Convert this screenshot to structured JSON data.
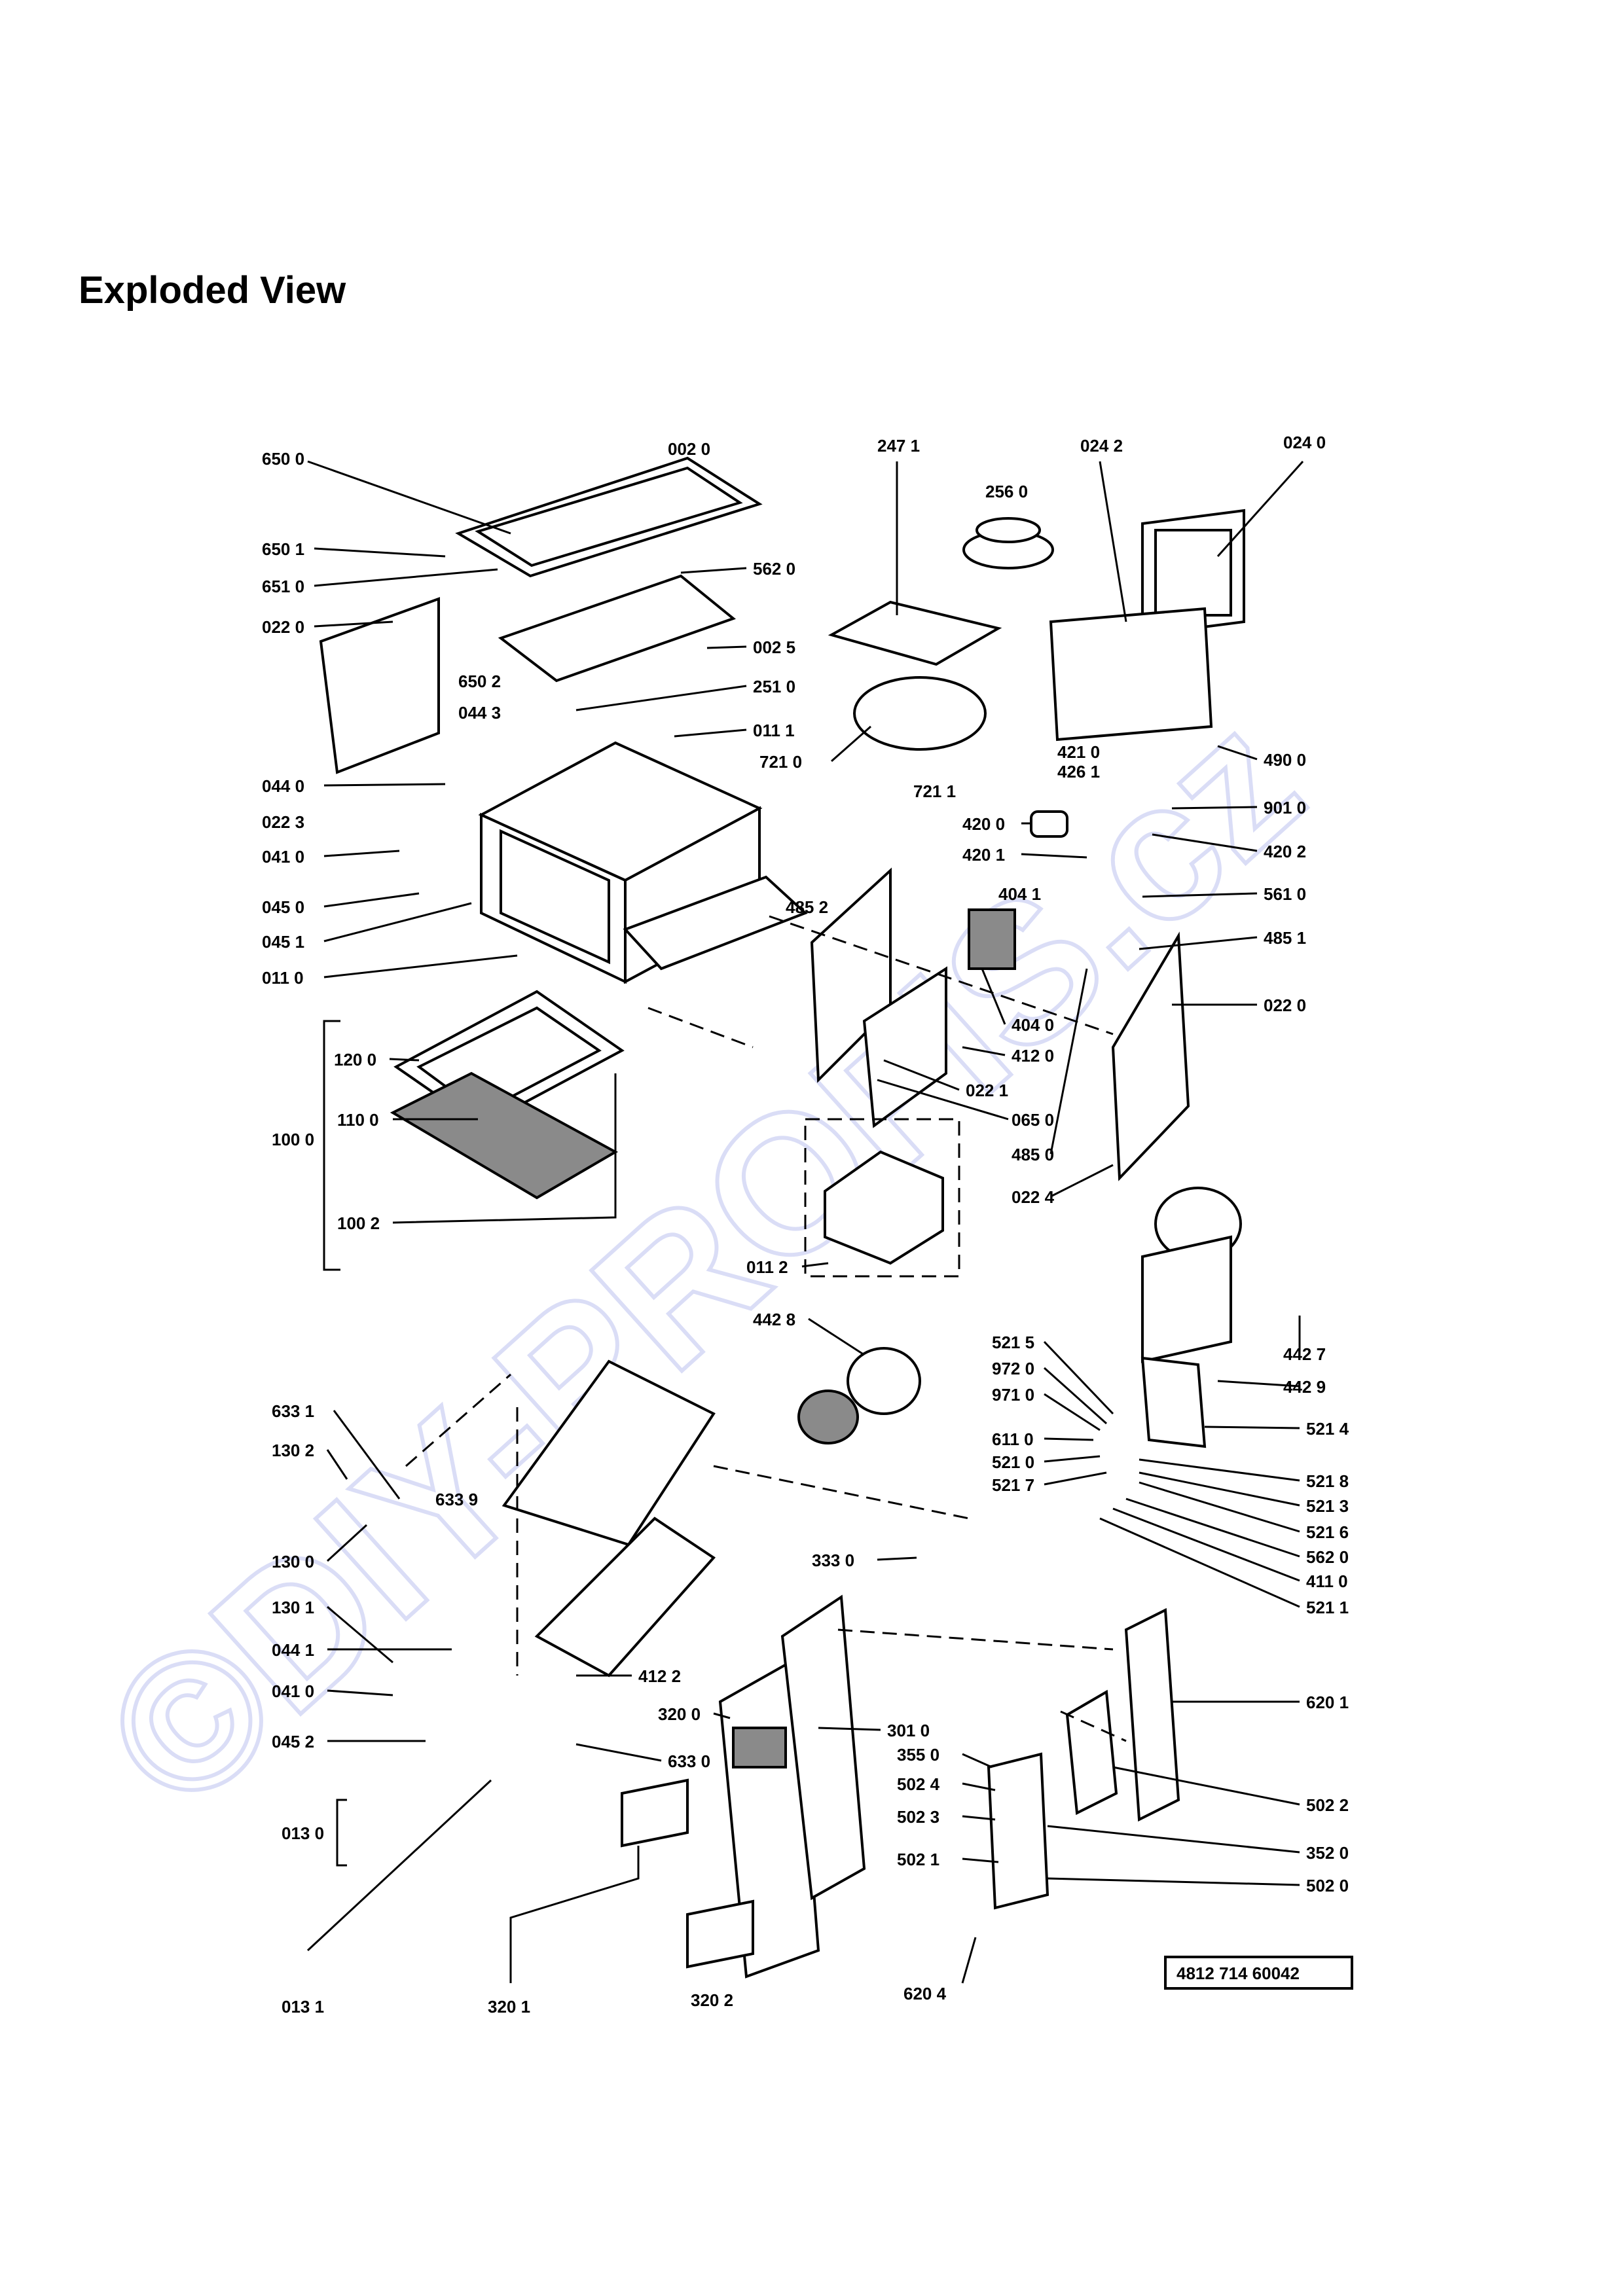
{
  "page": {
    "title": "Exploded View"
  },
  "watermark": {
    "text": "©DIY-PROFIS.cz"
  },
  "doc_code": "4812 714 60042",
  "labels": [
    {
      "id": "p6500",
      "text": "650 0"
    },
    {
      "id": "p0020",
      "text": "002 0"
    },
    {
      "id": "p2471",
      "text": "247 1"
    },
    {
      "id": "p2560",
      "text": "256 0"
    },
    {
      "id": "p0242",
      "text": "024 2"
    },
    {
      "id": "p0240",
      "text": "024 0"
    },
    {
      "id": "p6501",
      "text": "650 1"
    },
    {
      "id": "p5620a",
      "text": "562 0"
    },
    {
      "id": "p6510",
      "text": "651 0"
    },
    {
      "id": "p0220a",
      "text": "022 0"
    },
    {
      "id": "p0025",
      "text": "002 5"
    },
    {
      "id": "p6502",
      "text": "650 2"
    },
    {
      "id": "p2510",
      "text": "251 0"
    },
    {
      "id": "p0443",
      "text": "044 3"
    },
    {
      "id": "p0111",
      "text": "011 1"
    },
    {
      "id": "p7210",
      "text": "721 0"
    },
    {
      "id": "p4210",
      "text": "421 0"
    },
    {
      "id": "p4261",
      "text": "426 1"
    },
    {
      "id": "p4900",
      "text": "490 0"
    },
    {
      "id": "p0440",
      "text": "044 0"
    },
    {
      "id": "p7211",
      "text": "721 1"
    },
    {
      "id": "p0223",
      "text": "022 3"
    },
    {
      "id": "p4200",
      "text": "420 0"
    },
    {
      "id": "p9010",
      "text": "901 0"
    },
    {
      "id": "p0410a",
      "text": "041 0"
    },
    {
      "id": "p4201",
      "text": "420 1"
    },
    {
      "id": "p4202",
      "text": "420 2"
    },
    {
      "id": "p4852",
      "text": "485 2"
    },
    {
      "id": "p0450",
      "text": "045 0"
    },
    {
      "id": "p4041",
      "text": "404 1"
    },
    {
      "id": "p5610",
      "text": "561 0"
    },
    {
      "id": "p0451",
      "text": "045 1"
    },
    {
      "id": "p4851",
      "text": "485 1"
    },
    {
      "id": "p0110",
      "text": "011 0"
    },
    {
      "id": "p0220b",
      "text": "022 0"
    },
    {
      "id": "p4040",
      "text": "404 0"
    },
    {
      "id": "p1200",
      "text": "120 0"
    },
    {
      "id": "p4120",
      "text": "412 0"
    },
    {
      "id": "p0221",
      "text": "022 1"
    },
    {
      "id": "p0650",
      "text": "065 0"
    },
    {
      "id": "p1000",
      "text": "100 0"
    },
    {
      "id": "p1100",
      "text": "110 0"
    },
    {
      "id": "p4850",
      "text": "485 0"
    },
    {
      "id": "p0224",
      "text": "022 4"
    },
    {
      "id": "p1002",
      "text": "100 2"
    },
    {
      "id": "p0112",
      "text": "011 2"
    },
    {
      "id": "p4428",
      "text": "442 8"
    },
    {
      "id": "p4427",
      "text": "442 7"
    },
    {
      "id": "p4429",
      "text": "442 9"
    },
    {
      "id": "p5215",
      "text": "521 5"
    },
    {
      "id": "p9720",
      "text": "972 0"
    },
    {
      "id": "p9710",
      "text": "971 0"
    },
    {
      "id": "p5214",
      "text": "521 4"
    },
    {
      "id": "p6331",
      "text": "633 1"
    },
    {
      "id": "p6110",
      "text": "611 0"
    },
    {
      "id": "p1302",
      "text": "130 2"
    },
    {
      "id": "p5210",
      "text": "521 0"
    },
    {
      "id": "p5218",
      "text": "521 8"
    },
    {
      "id": "p5217",
      "text": "521 7"
    },
    {
      "id": "p5213",
      "text": "521 3"
    },
    {
      "id": "p6339",
      "text": "633 9"
    },
    {
      "id": "p5216",
      "text": "521 6"
    },
    {
      "id": "p5620b",
      "text": "562 0"
    },
    {
      "id": "p1300",
      "text": "130 0"
    },
    {
      "id": "p3330",
      "text": "333 0"
    },
    {
      "id": "p4110",
      "text": "411 0"
    },
    {
      "id": "p1301",
      "text": "130 1"
    },
    {
      "id": "p5211",
      "text": "521 1"
    },
    {
      "id": "p0441",
      "text": "044 1"
    },
    {
      "id": "p4122",
      "text": "412 2"
    },
    {
      "id": "p0410b",
      "text": "041 0"
    },
    {
      "id": "p6201",
      "text": "620 1"
    },
    {
      "id": "p3200",
      "text": "320 0"
    },
    {
      "id": "p3010",
      "text": "301 0"
    },
    {
      "id": "p0452",
      "text": "045 2"
    },
    {
      "id": "p6330",
      "text": "633 0"
    },
    {
      "id": "p3550",
      "text": "355 0"
    },
    {
      "id": "p5024",
      "text": "502 4"
    },
    {
      "id": "p5022",
      "text": "502 2"
    },
    {
      "id": "p5023",
      "text": "502 3"
    },
    {
      "id": "p0130",
      "text": "013 0"
    },
    {
      "id": "p3520",
      "text": "352 0"
    },
    {
      "id": "p5021",
      "text": "502 1"
    },
    {
      "id": "p5020",
      "text": "502 0"
    },
    {
      "id": "p6204",
      "text": "620 4"
    },
    {
      "id": "p0131",
      "text": "013 1"
    },
    {
      "id": "p3201",
      "text": "320 1"
    },
    {
      "id": "p3202",
      "text": "320 2"
    }
  ]
}
